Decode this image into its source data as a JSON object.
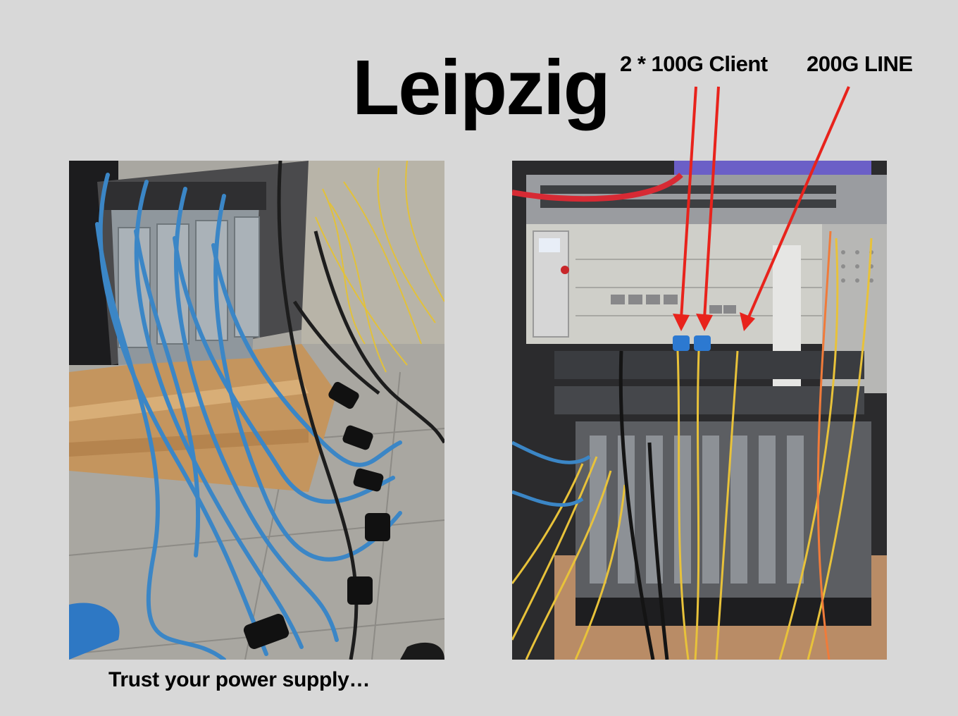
{
  "slide": {
    "title": "Leipzig",
    "annotations": {
      "client_label": "2 * 100G Client",
      "line_label": "200G LINE"
    },
    "caption": "Trust your power supply…"
  },
  "photos": [
    {
      "subject": "chassis-with-blue-power-cables-and-power-strips-on-wooden-pallet"
    },
    {
      "subject": "rack-with-optical-line-system-and-yellow-fiber-patch-cables"
    }
  ],
  "colors": {
    "background": "#d8d8d8",
    "arrow": "#e8231c",
    "blue_cable": "#3b86c6",
    "yellow_fiber": "#e8c23a"
  }
}
